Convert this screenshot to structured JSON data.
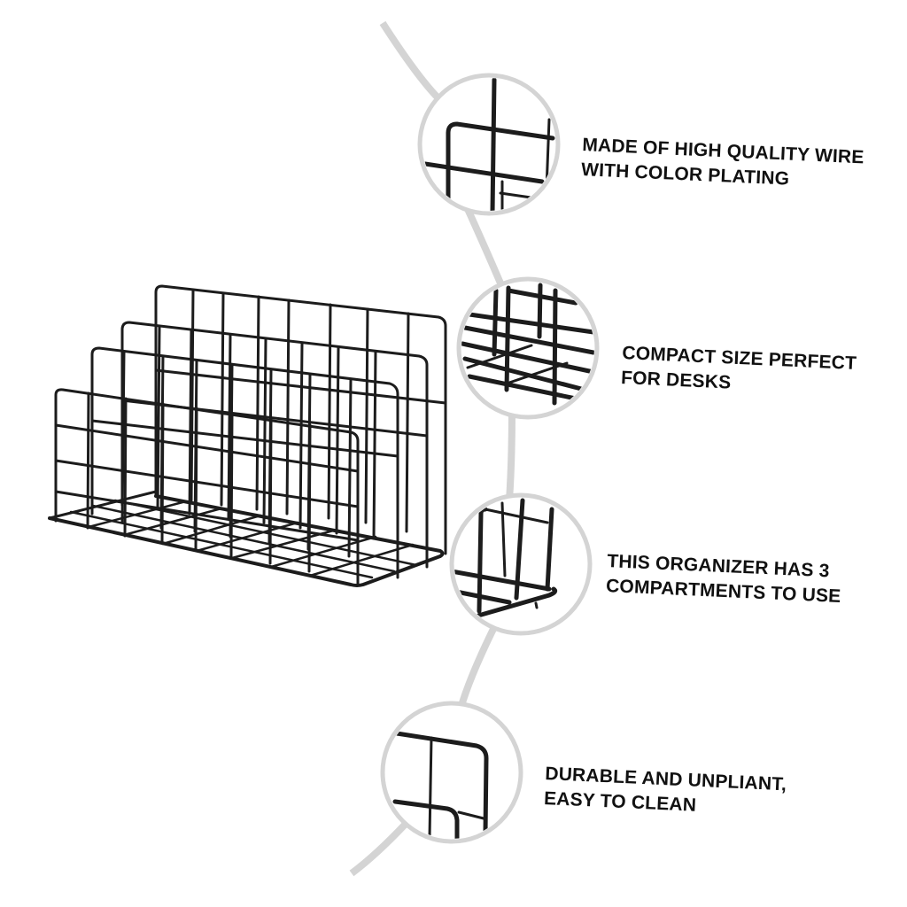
{
  "product": {
    "name": "wire-desk-file-organizer",
    "color": "#1a1a1a",
    "compartments": 3
  },
  "colors": {
    "background": "#ffffff",
    "connector_line": "#d4d4d4",
    "circle_border": "#d4d4d4",
    "wire": "#1c1c1c",
    "text": "#111111"
  },
  "features": [
    {
      "id": "quality-wire",
      "lines": [
        "MADE OF HIGH QUALITY WIRE",
        "WITH COLOR PLATING"
      ],
      "detail_view": "top corner of wire frame"
    },
    {
      "id": "compact-size",
      "lines": [
        "COMPACT SIZE PERFECT",
        "FOR DESKS"
      ],
      "detail_view": "base grid of wire frame"
    },
    {
      "id": "three-compartments",
      "lines": [
        "THIS ORGANIZER HAS 3",
        "COMPARTMENTS TO USE"
      ],
      "detail_view": "side corner of base with dividers"
    },
    {
      "id": "durable",
      "lines": [
        "DURABLE AND UNPLIANT,",
        "EASY TO CLEAN"
      ],
      "detail_view": "rounded corners of divider panels"
    }
  ]
}
